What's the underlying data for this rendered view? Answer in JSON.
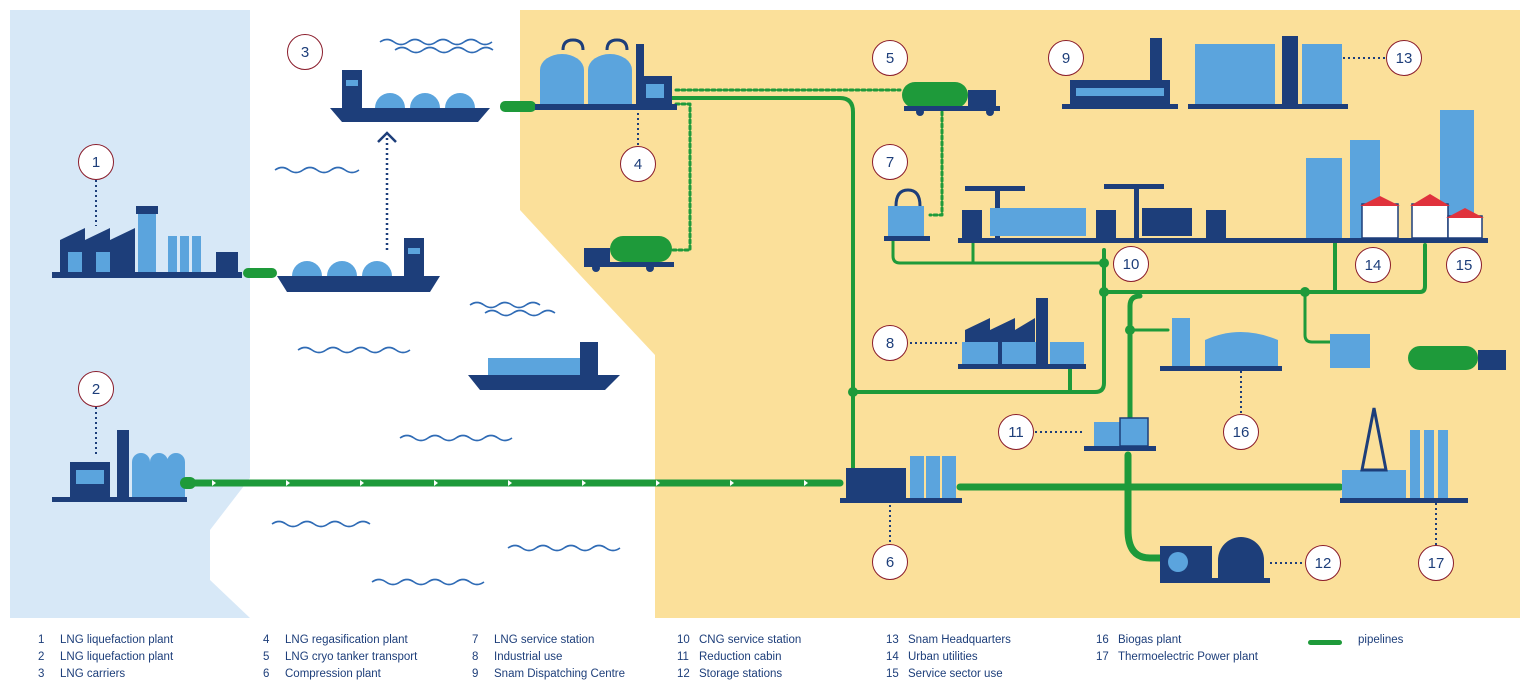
{
  "markers": [
    {
      "num": "1"
    },
    {
      "num": "2"
    },
    {
      "num": "3"
    },
    {
      "num": "4"
    },
    {
      "num": "5"
    },
    {
      "num": "6"
    },
    {
      "num": "7"
    },
    {
      "num": "8"
    },
    {
      "num": "9"
    },
    {
      "num": "10"
    },
    {
      "num": "11"
    },
    {
      "num": "12"
    },
    {
      "num": "13"
    },
    {
      "num": "14"
    },
    {
      "num": "15"
    },
    {
      "num": "16"
    },
    {
      "num": "17"
    }
  ],
  "legend": {
    "items": [
      {
        "num": "1",
        "label": "LNG liquefaction plant"
      },
      {
        "num": "2",
        "label": "LNG liquefaction plant"
      },
      {
        "num": "3",
        "label": "LNG carriers"
      },
      {
        "num": "4",
        "label": "LNG regasification plant"
      },
      {
        "num": "5",
        "label": "LNG cryo tanker transport"
      },
      {
        "num": "6",
        "label": "Compression plant"
      },
      {
        "num": "7",
        "label": "LNG service station"
      },
      {
        "num": "8",
        "label": "Industrial use"
      },
      {
        "num": "9",
        "label": "Snam Dispatching Centre"
      },
      {
        "num": "10",
        "label": "CNG service station"
      },
      {
        "num": "11",
        "label": "Reduction cabin"
      },
      {
        "num": "12",
        "label": "Storage stations"
      },
      {
        "num": "13",
        "label": "Snam Headquarters"
      },
      {
        "num": "14",
        "label": "Urban utilities"
      },
      {
        "num": "15",
        "label": "Service sector use"
      },
      {
        "num": "16",
        "label": "Biogas plant"
      },
      {
        "num": "17",
        "label": "Thermoelectric Power plant"
      }
    ],
    "pipelines_label": "pipelines"
  },
  "colors": {
    "sea": "#ffffff",
    "land_left": "#d7e8f7",
    "land_right": "#fbe09a",
    "pipeline": "#1e9a3a",
    "structure_dark": "#1d3e7a",
    "structure_light": "#5ba4dd",
    "marker_border": "#8a1c2b"
  }
}
